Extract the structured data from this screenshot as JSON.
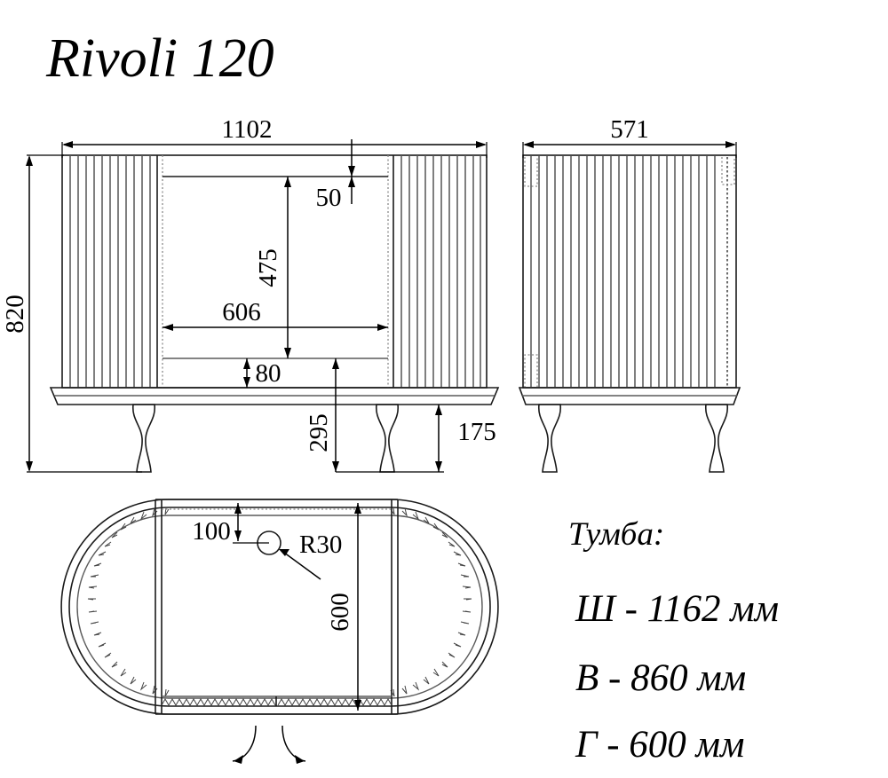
{
  "document": {
    "title": "Rivoli 120",
    "type": "furniture-technical-drawing"
  },
  "views": {
    "front": {
      "name": "front-elevation",
      "dimensions": {
        "overall_width": "1102",
        "overall_height": "820",
        "top_rail_height": "50",
        "opening_height": "475",
        "opening_width": "606",
        "bottom_rail_height": "80",
        "base_to_floor": "295",
        "leg_height": "175"
      }
    },
    "side": {
      "name": "side-elevation",
      "dimensions": {
        "overall_width": "571"
      }
    },
    "plan": {
      "name": "top-plan-view",
      "dimensions": {
        "inset": "100",
        "radius": "R30",
        "depth": "600"
      }
    }
  },
  "spec": {
    "heading": "Тумба:",
    "rows": [
      {
        "label": "Ш - 1162 мм",
        "key": "width"
      },
      {
        "label": "В - 860 мм",
        "key": "height"
      },
      {
        "label": "Г - 600 мм",
        "key": "depth"
      }
    ]
  },
  "colors": {
    "line": "#1a1a1a",
    "flute": "#555555",
    "hidden": "#3a3a3a",
    "background": "#ffffff"
  }
}
